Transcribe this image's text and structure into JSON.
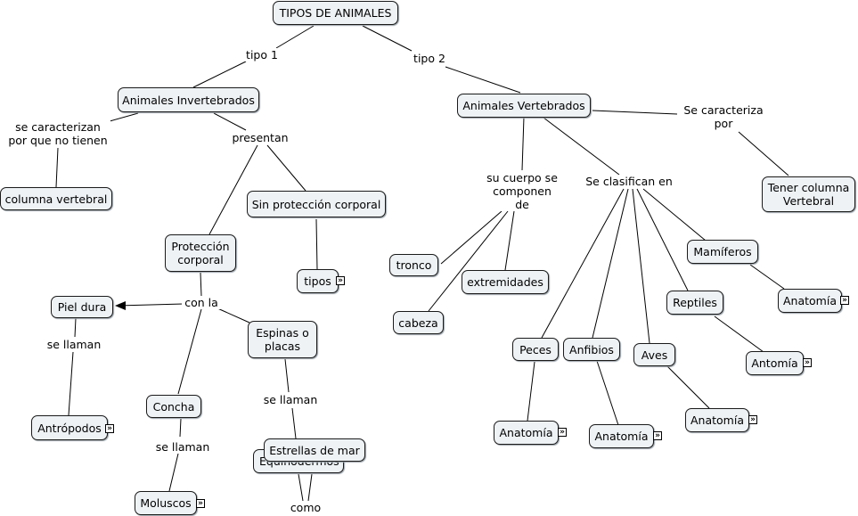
{
  "nodes": {
    "tipos_animales": "TIPOS DE ANIMALES",
    "invertebrados": "Animales Invertebrados",
    "vertebrados": "Animales Vertebrados",
    "columna_vertebral": "columna vertebral",
    "sin_proteccion": "Sin protección corporal",
    "proteccion": "Protección\ncorporal",
    "tipos": "tipos",
    "piel_dura": "Piel dura",
    "antropodos": "Antrópodos",
    "espinas": "Espinas o\nplacas",
    "concha": "Concha",
    "moluscos": "Moluscos",
    "equinodermos": "Equinodermos",
    "estrellas": "Estrellas de mar",
    "tronco": "tronco",
    "extremidades": "extremidades",
    "cabeza": "cabeza",
    "tener_columna": "Tener columna\nVertebral",
    "mamiferos": "Mamíferos",
    "reptiles": "Reptiles",
    "aves": "Aves",
    "anfibios": "Anfibios",
    "peces": "Peces",
    "anat_mamiferos": "Anatomía",
    "anat_reptiles": "Antomía",
    "anat_aves": "Anatomía",
    "anat_anfibios": "Anatomía",
    "anat_peces": "Anatomía"
  },
  "links": {
    "tipo1": "tipo 1",
    "tipo2": "tipo 2",
    "se_caracterizan": "se caracterizan\npor que no tienen",
    "presentan": "presentan",
    "con_la": "con la",
    "se_llaman_1": "se llaman",
    "se_llaman_2": "se llaman",
    "se_llaman_3": "se llaman",
    "como": "como",
    "su_cuerpo": "su cuerpo se\ncomponen\nde",
    "se_clasifican": "Se clasifican en",
    "se_caracteriza": "Se caracteriza\npor"
  },
  "expand_glyph": "»"
}
